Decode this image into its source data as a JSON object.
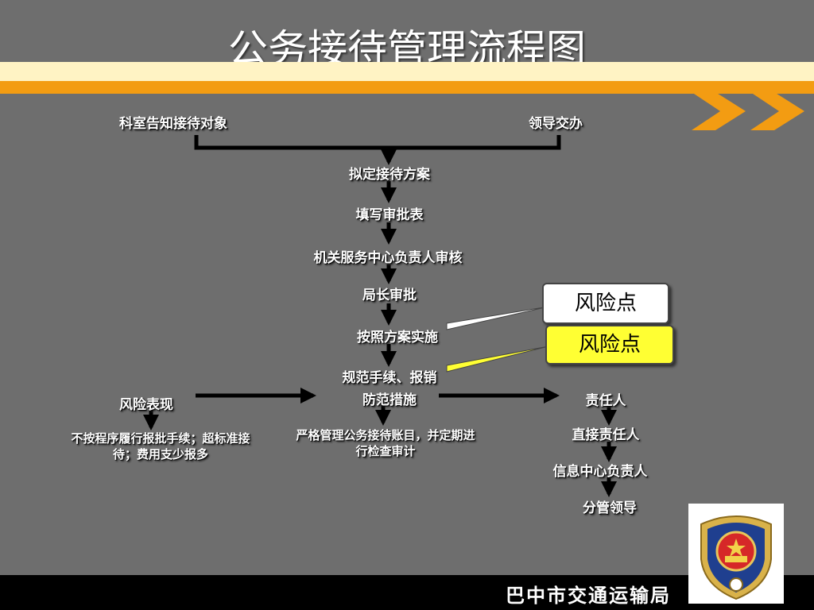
{
  "slide": {
    "title": "公务接待管理流程图",
    "footer": "巴中市交通运输局"
  },
  "colors": {
    "background": "#6e6e6e",
    "band_light": "#fff3c4",
    "band_orange": "#f39c12",
    "callout_white": "#ffffff",
    "callout_yellow": "#ffff33",
    "footer_bar": "#000000"
  },
  "flow": {
    "source_left": "科室告知接待对象",
    "source_right": "领导交办",
    "steps": [
      "拟定接待方案",
      "填写审批表",
      "机关服务中心负责人审核",
      "局长审批",
      "按照方案实施",
      "规范手续、报销"
    ],
    "measures_label": "防范措施",
    "measures_detail": "严格管理公务接待账目，并定期进行检查审计",
    "risk_label": "风险表现",
    "risk_detail": "不按程序履行报批手续；超标准接待；费用支少报多",
    "responsibility": [
      "责任人",
      "直接责任人",
      "信息中心负责人",
      "分管领导"
    ]
  },
  "callouts": {
    "risk_point_1": "风险点",
    "risk_point_2": "风险点"
  },
  "icons": {
    "emblem": "police-emblem-icon",
    "chevrons": "double-chevron-right-icon"
  }
}
